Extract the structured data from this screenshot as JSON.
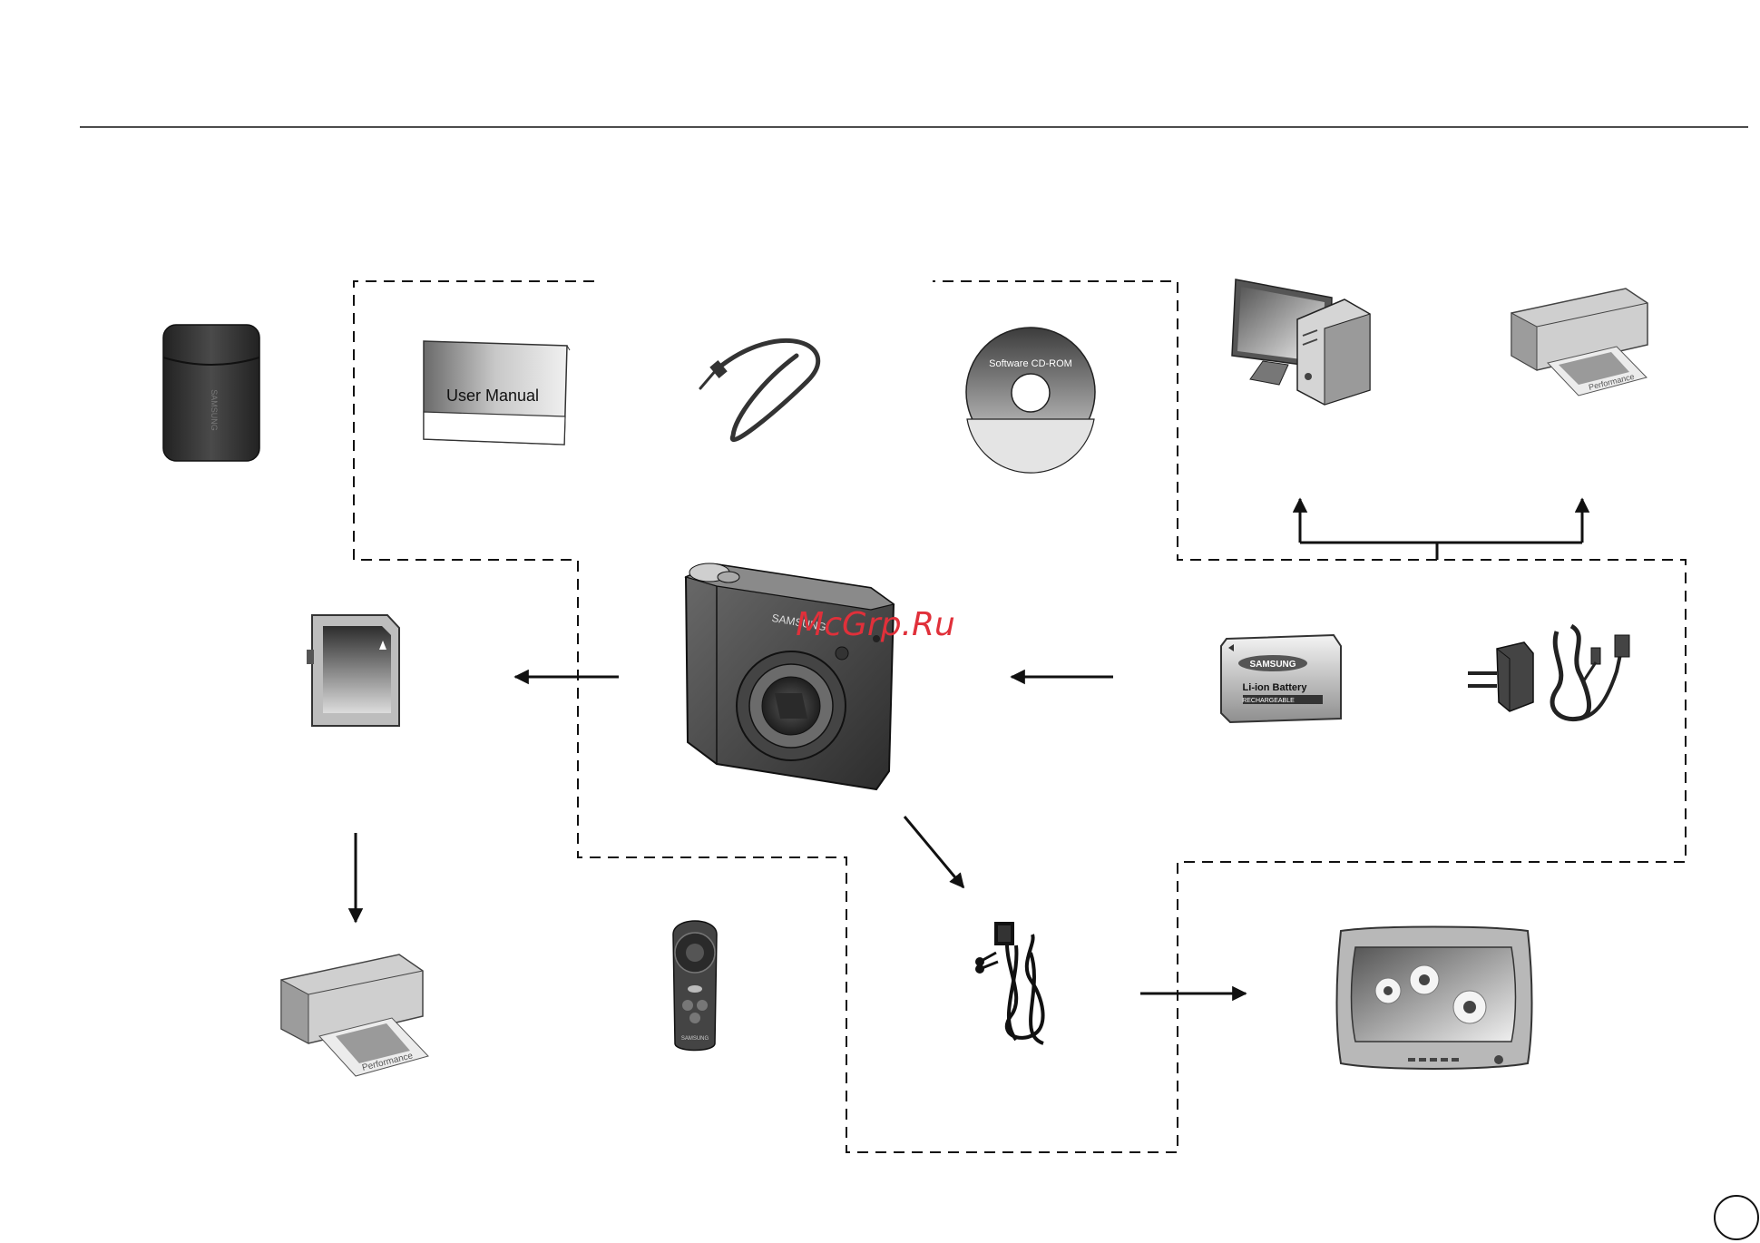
{
  "labels": {
    "user_manual": "User Manual",
    "cd_rom": "Software CD-ROM",
    "brand": "SAMSUNG",
    "battery_title": "Li-ion Battery",
    "battery_rechargeable": "RECHARGEABLE",
    "printout": "Performance"
  },
  "watermark": "McGrp.Ru",
  "colors": {
    "line": "#111111",
    "watermark": "#e0303a",
    "dark_gray": "#3a3a3a",
    "mid_gray": "#8a8a8a",
    "light_gray": "#d6d6d6"
  },
  "icons": [
    "camera-case-icon",
    "user-manual-icon",
    "wrist-strap-icon",
    "cd-rom-icon",
    "computer-icon",
    "printer-icon",
    "sd-card-icon",
    "camera-icon",
    "battery-icon",
    "charger-icon",
    "remote-control-icon",
    "av-cable-icon",
    "tv-icon"
  ]
}
